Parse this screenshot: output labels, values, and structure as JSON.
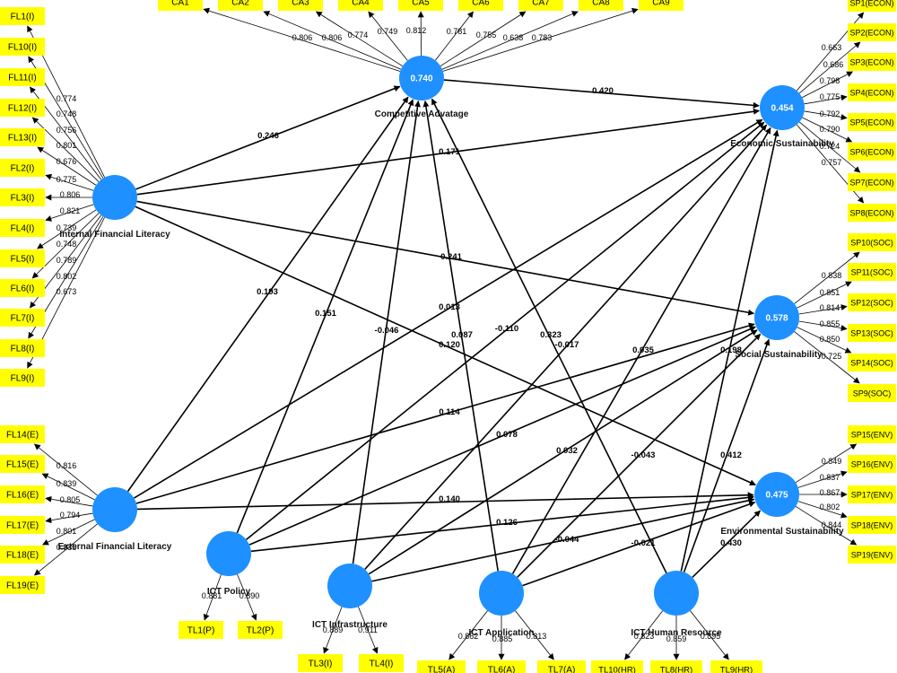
{
  "colors": {
    "construct": "#1e90ff",
    "indicator": "#ffff00",
    "edge": "#000000"
  },
  "constructs": [
    {
      "id": "CA",
      "label": "Competitive Advatage",
      "value": "0.740"
    },
    {
      "id": "IFL",
      "label": "Internal Financial Literacy",
      "value": ""
    },
    {
      "id": "EFL",
      "label": "External Financial Literacy",
      "value": ""
    },
    {
      "id": "ECON",
      "label": "Economic Sustainability",
      "value": "0.454"
    },
    {
      "id": "SOC",
      "label": "Social Sustainability",
      "value": "0.578"
    },
    {
      "id": "ENV",
      "label": "Environmental Sustainability",
      "value": "0.475"
    },
    {
      "id": "P",
      "label": "ICT Policy",
      "value": ""
    },
    {
      "id": "I",
      "label": "ICT Infrastructure",
      "value": ""
    },
    {
      "id": "A",
      "label": "ICT Application",
      "value": ""
    },
    {
      "id": "HR",
      "label": "ICT Human Resource",
      "value": ""
    }
  ],
  "indicators": [
    {
      "label": "CA1",
      "construct": "CA",
      "loading": "0.806"
    },
    {
      "label": "CA2",
      "construct": "CA",
      "loading": "0.806"
    },
    {
      "label": "CA3",
      "construct": "CA",
      "loading": "0.774"
    },
    {
      "label": "CA4",
      "construct": "CA",
      "loading": "0.749"
    },
    {
      "label": "CA5",
      "construct": "CA",
      "loading": "0.812"
    },
    {
      "label": "CA6",
      "construct": "CA",
      "loading": "0.781"
    },
    {
      "label": "CA7",
      "construct": "CA",
      "loading": "0.755"
    },
    {
      "label": "CA8",
      "construct": "CA",
      "loading": "0.638"
    },
    {
      "label": "CA9",
      "construct": "CA",
      "loading": "0.783"
    },
    {
      "label": "FL1(I)",
      "construct": "IFL",
      "loading": "0.774"
    },
    {
      "label": "FL10(I)",
      "construct": "IFL",
      "loading": "0.748"
    },
    {
      "label": "FL11(I)",
      "construct": "IFL",
      "loading": "0.756"
    },
    {
      "label": "FL12(I)",
      "construct": "IFL",
      "loading": "0.801"
    },
    {
      "label": "FL13(I)",
      "construct": "IFL",
      "loading": "0.676"
    },
    {
      "label": "FL2(I)",
      "construct": "IFL",
      "loading": "0.775"
    },
    {
      "label": "FL3(I)",
      "construct": "IFL",
      "loading": "0.806"
    },
    {
      "label": "FL4(I)",
      "construct": "IFL",
      "loading": "0.821"
    },
    {
      "label": "FL5(I)",
      "construct": "IFL",
      "loading": "0.739"
    },
    {
      "label": "FL6(I)",
      "construct": "IFL",
      "loading": "0.748"
    },
    {
      "label": "FL7(I)",
      "construct": "IFL",
      "loading": "0.789"
    },
    {
      "label": "FL8(I)",
      "construct": "IFL",
      "loading": "0.802"
    },
    {
      "label": "FL9(I)",
      "construct": "IFL",
      "loading": "0.673"
    },
    {
      "label": "FL14(E)",
      "construct": "EFL",
      "loading": "0.816"
    },
    {
      "label": "FL15(E)",
      "construct": "EFL",
      "loading": "0.839"
    },
    {
      "label": "FL16(E)",
      "construct": "EFL",
      "loading": "0.805"
    },
    {
      "label": "FL17(E)",
      "construct": "EFL",
      "loading": "0.794"
    },
    {
      "label": "FL18(E)",
      "construct": "EFL",
      "loading": "0.801"
    },
    {
      "label": "FL19(E)",
      "construct": "EFL",
      "loading": "0.835"
    },
    {
      "label": "SP1(ECON)",
      "construct": "ECON",
      "loading": ""
    },
    {
      "label": "SP2(ECON)",
      "construct": "ECON",
      "loading": "0.663"
    },
    {
      "label": "SP3(ECON)",
      "construct": "ECON",
      "loading": "0.686"
    },
    {
      "label": "SP4(ECON)",
      "construct": "ECON",
      "loading": "0.798"
    },
    {
      "label": "SP5(ECON)",
      "construct": "ECON",
      "loading": "0.775"
    },
    {
      "label": "SP6(ECON)",
      "construct": "ECON",
      "loading": "0.792"
    },
    {
      "label": "SP7(ECON)",
      "construct": "ECON",
      "loading": "0.790"
    },
    {
      "label": "SP8(ECON)",
      "construct": "ECON",
      "loading": "0.724"
    },
    {
      "label": "SP10(SOC)",
      "construct": "SOC",
      "loading": "0.757"
    },
    {
      "label": "SP11(SOC)",
      "construct": "SOC",
      "loading": "0.838"
    },
    {
      "label": "SP12(SOC)",
      "construct": "SOC",
      "loading": "0.851"
    },
    {
      "label": "SP13(SOC)",
      "construct": "SOC",
      "loading": "0.814"
    },
    {
      "label": "SP14(SOC)",
      "construct": "SOC",
      "loading": "0.855"
    },
    {
      "label": "SP9(SOC)",
      "construct": "SOC",
      "loading": "0.850"
    },
    {
      "label": "SP15(ENV)",
      "construct": "ENV",
      "loading": "0.725"
    },
    {
      "label": "SP16(ENV)",
      "construct": "ENV",
      "loading": "0.849"
    },
    {
      "label": "SP17(ENV)",
      "construct": "ENV",
      "loading": "0.837"
    },
    {
      "label": "SP18(ENV)",
      "construct": "ENV",
      "loading": "0.867"
    },
    {
      "label": "SP19(ENV)",
      "construct": "ENV",
      "loading": "0.802"
    },
    {
      "label": "TL1(P)",
      "construct": "P",
      "loading": "0.881"
    },
    {
      "label": "TL2(P)",
      "construct": "P",
      "loading": "0.890"
    },
    {
      "label": "TL3(I)",
      "construct": "I",
      "loading": "0.889"
    },
    {
      "label": "TL4(I)",
      "construct": "I",
      "loading": "0.911"
    },
    {
      "label": "TL5(A)",
      "construct": "A",
      "loading": "0.862"
    },
    {
      "label": "TL6(A)",
      "construct": "A",
      "loading": "0.885"
    },
    {
      "label": "TL7(A)",
      "construct": "A",
      "loading": "0.813"
    },
    {
      "label": "TL10(HR)",
      "construct": "HR",
      "loading": "0.823"
    },
    {
      "label": "TL8(HR)",
      "construct": "HR",
      "loading": "0.859"
    },
    {
      "label": "TL9(HR)",
      "construct": "HR",
      "loading": "0.895"
    }
  ],
  "extra_loading_labels": [
    "0.844"
  ],
  "paths": [
    {
      "from": "IFL",
      "to": "CA",
      "coef": "0.246"
    },
    {
      "from": "IFL",
      "to": "ECON",
      "coef": "0.171"
    },
    {
      "from": "IFL",
      "to": "SOC",
      "coef": "0.241"
    },
    {
      "from": "IFL",
      "to": "ENV",
      "coef": "0.120"
    },
    {
      "from": "CA",
      "to": "ECON",
      "coef": "0.420"
    },
    {
      "from": "EFL",
      "to": "CA",
      "coef": "0.193"
    },
    {
      "from": "EFL",
      "to": "ECON",
      "coef": "0.013"
    },
    {
      "from": "EFL",
      "to": "SOC",
      "coef": "0.114"
    },
    {
      "from": "EFL",
      "to": "ENV",
      "coef": "0.140"
    },
    {
      "from": "P",
      "to": "CA",
      "coef": "0.151"
    },
    {
      "from": "P",
      "to": "ECON",
      "coef": "-0.110"
    },
    {
      "from": "P",
      "to": "SOC",
      "coef": "0.078"
    },
    {
      "from": "P",
      "to": "ENV",
      "coef": "0.126"
    },
    {
      "from": "I",
      "to": "CA",
      "coef": "-0.046"
    },
    {
      "from": "I",
      "to": "ECON",
      "coef": "-0.017"
    },
    {
      "from": "I",
      "to": "SOC",
      "coef": "0.032"
    },
    {
      "from": "I",
      "to": "ENV",
      "coef": "-0.044"
    },
    {
      "from": "A",
      "to": "CA",
      "coef": "0.087"
    },
    {
      "from": "A",
      "to": "ECON",
      "coef": "0.035"
    },
    {
      "from": "A",
      "to": "SOC",
      "coef": "-0.043"
    },
    {
      "from": "A",
      "to": "ENV",
      "coef": "-0.021"
    },
    {
      "from": "HR",
      "to": "CA",
      "coef": "0.323"
    },
    {
      "from": "HR",
      "to": "ECON",
      "coef": "0.198"
    },
    {
      "from": "HR",
      "to": "SOC",
      "coef": "0.412"
    },
    {
      "from": "HR",
      "to": "ENV",
      "coef": "0.430"
    }
  ]
}
